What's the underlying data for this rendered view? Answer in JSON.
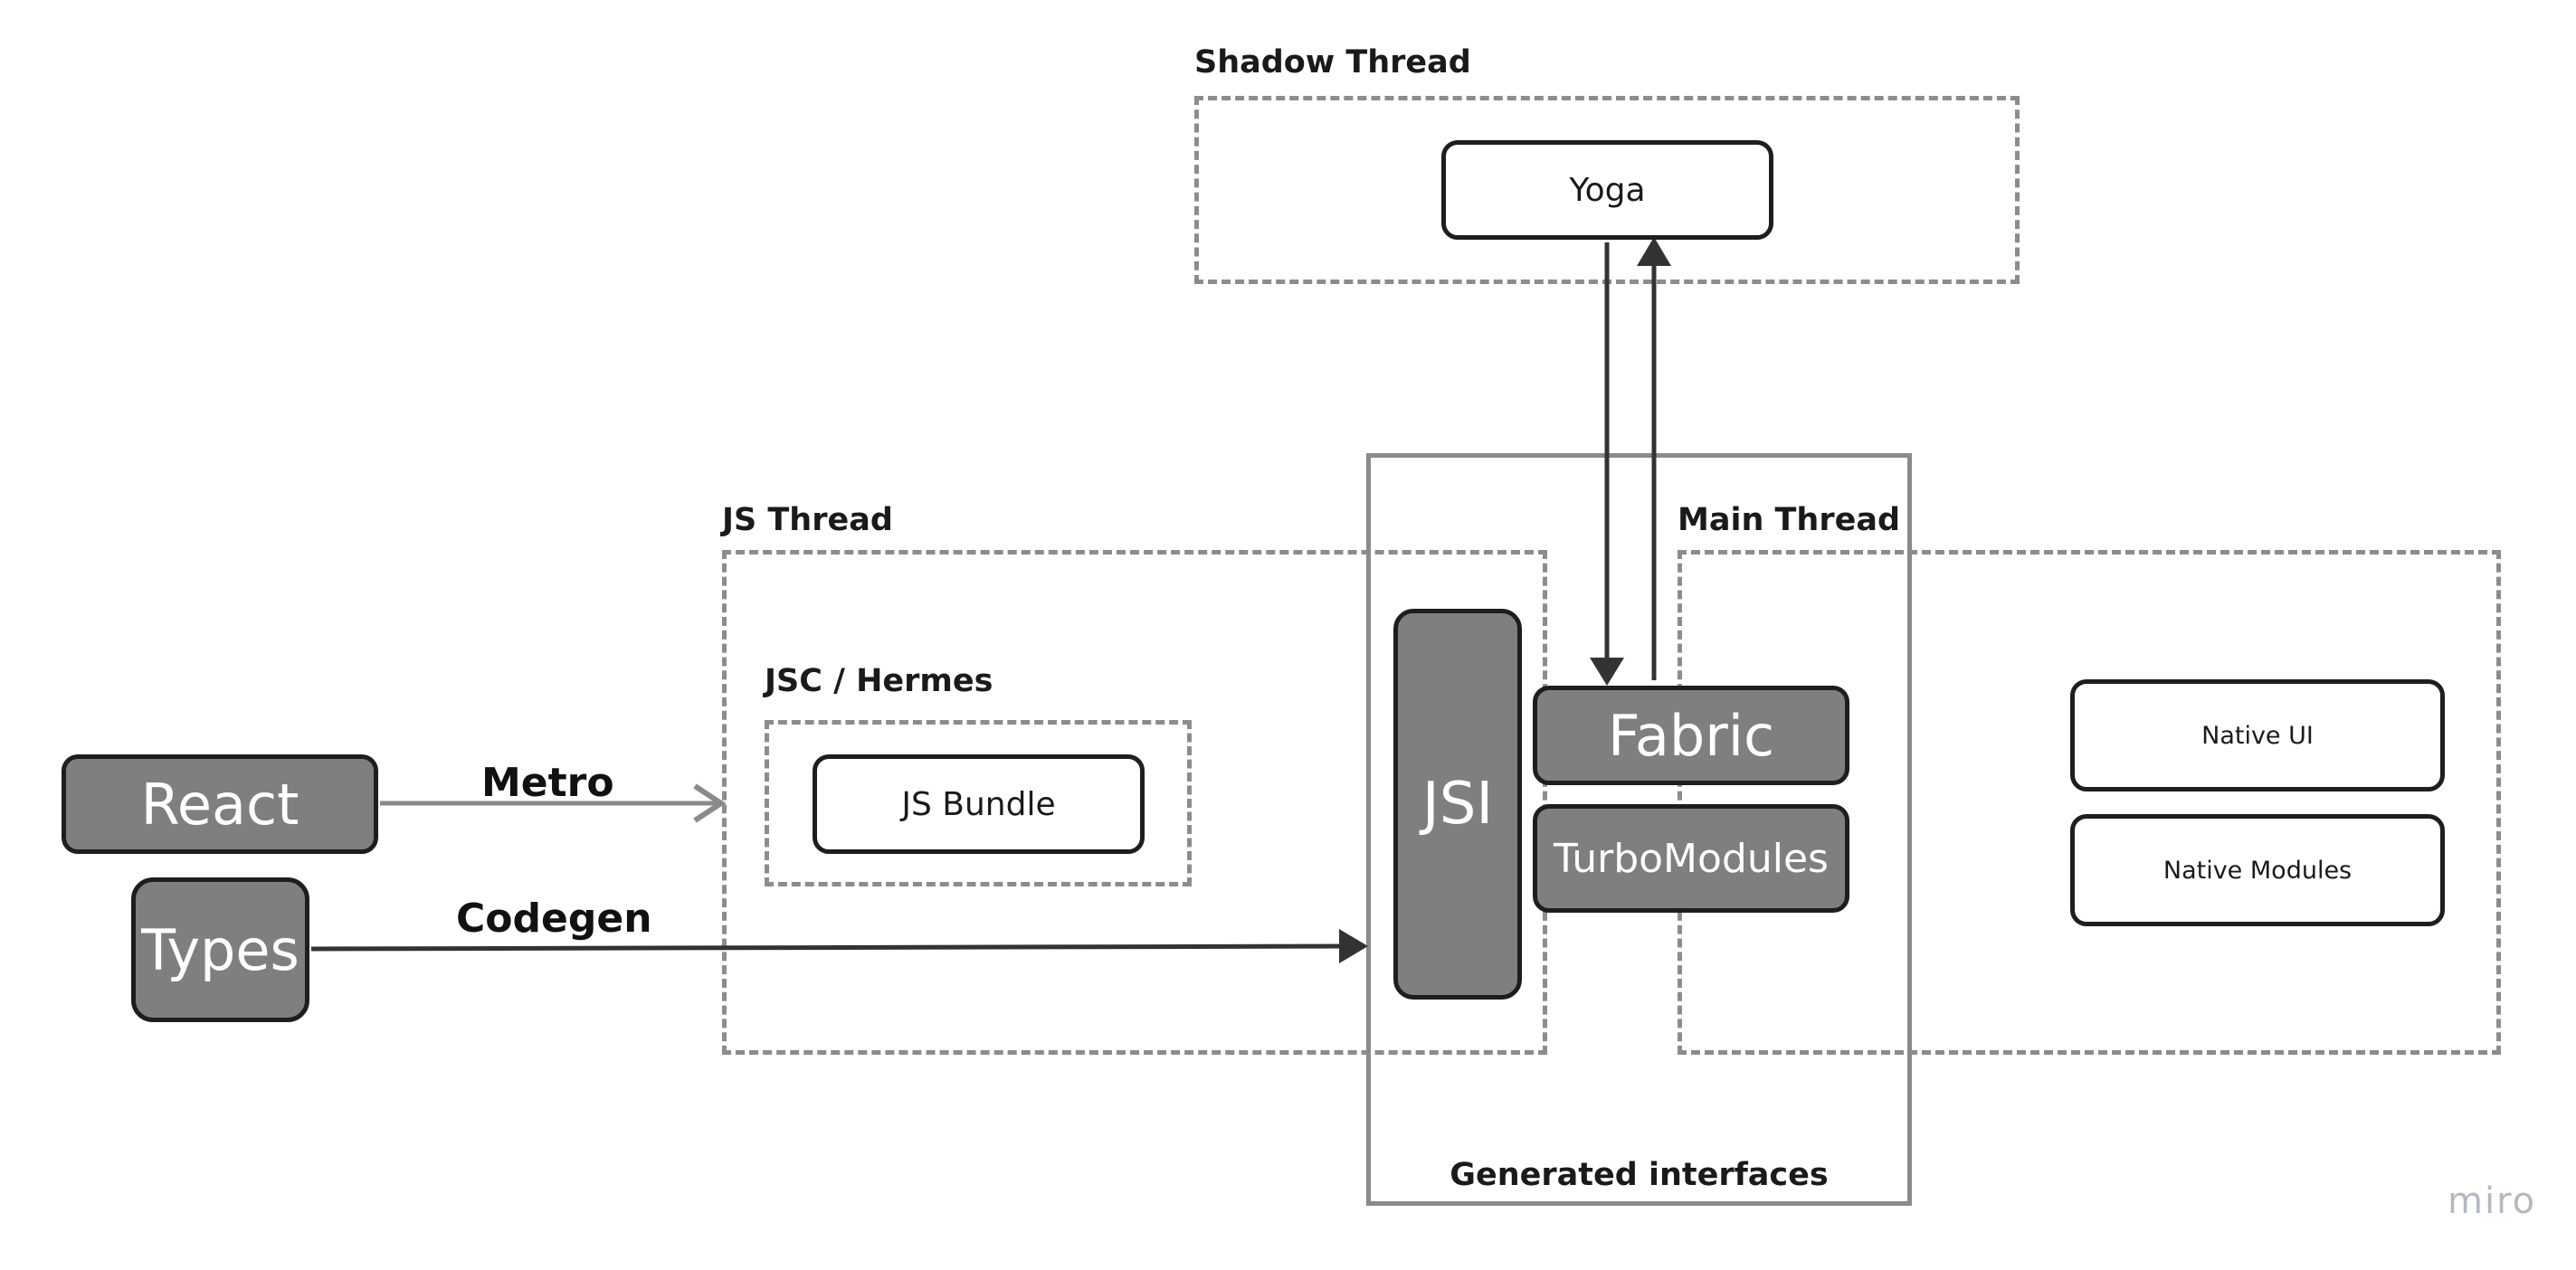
{
  "groups": {
    "shadow_thread": "Shadow Thread",
    "js_thread": "JS Thread",
    "jsc_hermes": "JSC / Hermes",
    "main_thread": "Main Thread",
    "generated_interfaces": "Generated interfaces"
  },
  "nodes": {
    "yoga": "Yoga",
    "react": "React",
    "types": "Types",
    "js_bundle": "JS Bundle",
    "jsi": "JSI",
    "fabric": "Fabric",
    "turbomodules": "TurboModules",
    "native_ui": "Native UI",
    "native_modules": "Native Modules"
  },
  "edges": {
    "metro": "Metro",
    "codegen": "Codegen"
  },
  "watermark": "miro",
  "colors": {
    "dark_box_fill": "#7f7f7f",
    "box_border": "#1e1e1e",
    "dashed_border": "#8c8c8c",
    "arrow_dark": "#333333",
    "arrow_grey": "#8a8a8a",
    "watermark": "#b3b9c2"
  }
}
